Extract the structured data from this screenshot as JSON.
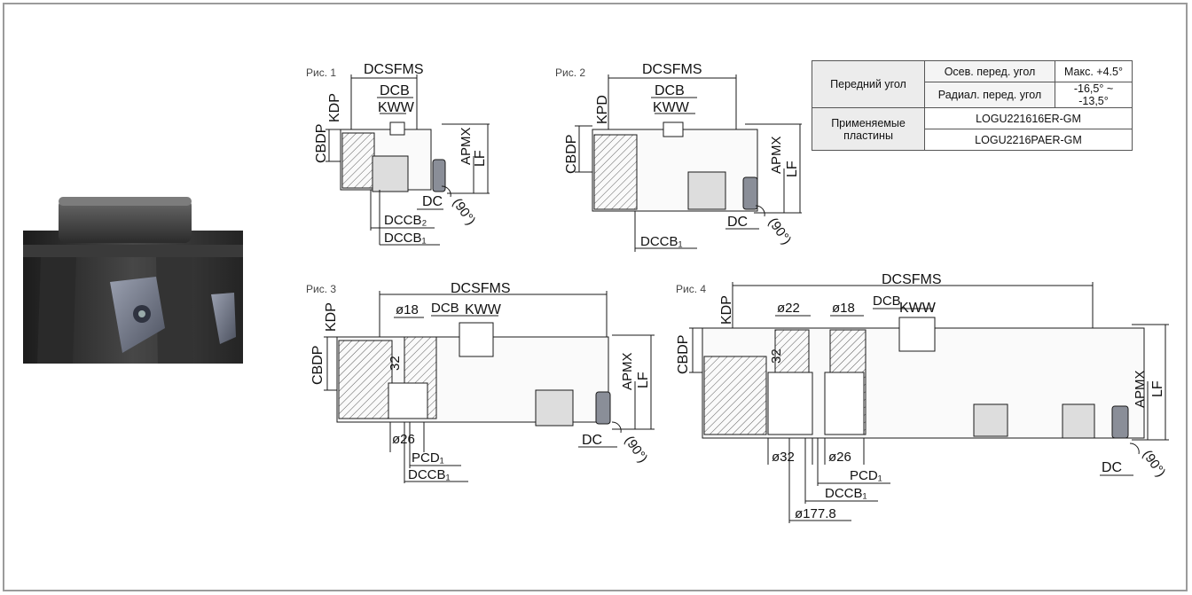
{
  "figures": [
    {
      "label": "Рис. 1",
      "dims": {
        "dcsfms": "DCSFMS",
        "dcb": "DCB",
        "kww": "KWW",
        "kdp": "KDP",
        "cbdp": "CBDP",
        "apmx": "APMX",
        "lf": "LF",
        "dc": "DC",
        "angle": "(90°)",
        "dccb2": "DCCB₂",
        "dccb1": "DCCB₁"
      }
    },
    {
      "label": "Рис. 2",
      "dims": {
        "dcsfms": "DCSFMS",
        "dcb": "DCB",
        "kww": "KWW",
        "kpd": "KPD",
        "cbdp": "CBDP",
        "apmx": "APMX",
        "lf": "LF",
        "dc": "DC",
        "angle": "(90°)",
        "dccb1": "DCCB₁"
      }
    },
    {
      "label": "Рис. 3",
      "dims": {
        "dcsfms": "DCSFMS",
        "dcb": "DCB",
        "kww": "KWW",
        "kdp": "KDP",
        "cbdp": "CBDP",
        "apmx": "APMX",
        "lf": "LF",
        "dc": "DC",
        "angle": "(90°)",
        "d18": "ø18",
        "d32": "32",
        "d26": "ø26",
        "pcd1": "PCD₁",
        "dccb1": "DCCB₁"
      }
    },
    {
      "label": "Рис. 4",
      "dims": {
        "dcsfms": "DCSFMS",
        "dcb": "DCB",
        "kww": "KWW",
        "kdp": "KDP",
        "cbdp": "CBDP",
        "apmx": "APMX",
        "lf": "LF",
        "dc": "DC",
        "angle": "(90°)",
        "d22": "ø22",
        "d18": "ø18",
        "d32v": "32",
        "d32": "ø32",
        "d26": "ø26",
        "pcd1": "PCD₁",
        "dccb1": "DCCB₁",
        "d1778": "ø177.8"
      }
    }
  ],
  "table": {
    "rake_label": "Передний угол",
    "axial_label": "Осев. перед. угол",
    "axial_value": "Макс. +4.5°",
    "radial_label": "Радиал. перед. угол",
    "radial_value": "-16,5° ~ -13,5°",
    "inserts_label": "Применяемые пластины",
    "insert_1": "LOGU221616ER-GM",
    "insert_2": "LOGU2216PAER-GM"
  },
  "colors": {
    "frame": "#9b9b9b",
    "line": "#1a1a1a",
    "tool_dark": "#2e2e2e",
    "insert": "#6f7380"
  }
}
